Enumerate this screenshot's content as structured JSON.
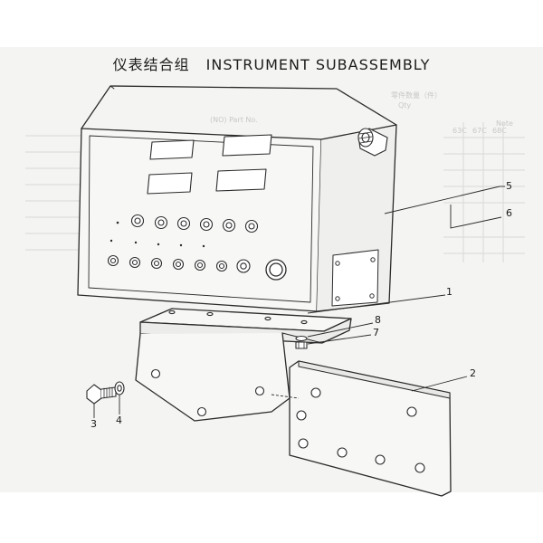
{
  "title": {
    "cn": "仪表结合组",
    "en": "INSTRUMENT SUBASSEMBLY"
  },
  "callouts": {
    "n1": "1",
    "n2": "2",
    "n3": "3",
    "n4": "4",
    "n5": "5",
    "n6": "6",
    "n7": "7",
    "n8": "8"
  },
  "background_text": {
    "header_cn": "零件数量（件）",
    "header_en": "Qty",
    "model_a": "63C",
    "model_b": "67C",
    "model_c": "68C",
    "ref_text": "(NO) Part No.",
    "note_text": "Note"
  },
  "colors": {
    "line": "#2b2b2b",
    "paper": "#f4f4f2",
    "ghost": "#c8c8c6"
  }
}
